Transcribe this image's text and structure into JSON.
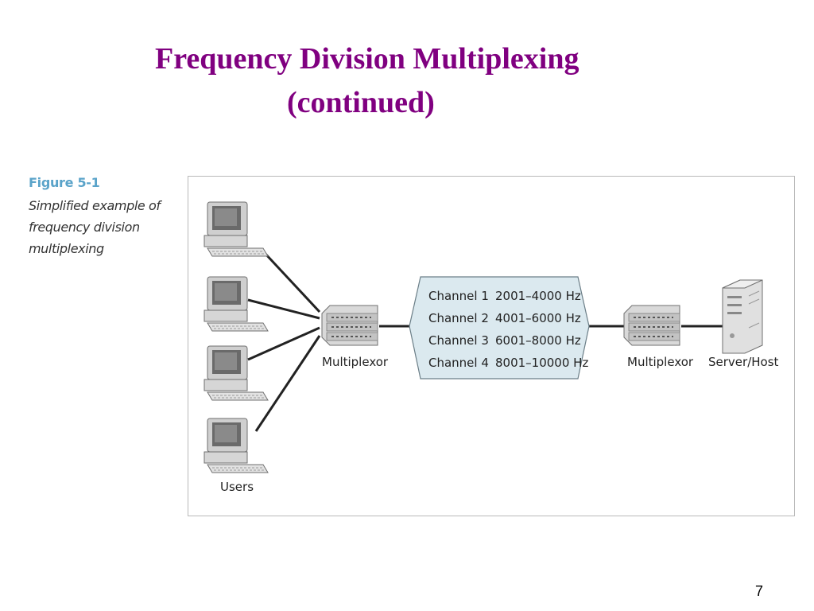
{
  "slide": {
    "title_line1": "Frequency Division Multiplexing",
    "title_line2": "(continued)",
    "page_number": "7"
  },
  "figure": {
    "number": "Figure 5-1",
    "description": "Simplified example of\nfrequency division\nmultiplexing",
    "users_label": "Users",
    "left_mux_label": "Multiplexor",
    "right_mux_label": "Multiplexor",
    "server_label": "Server/Host",
    "channels": [
      {
        "name": "Channel 1",
        "range": "2001–4000 Hz"
      },
      {
        "name": "Channel 2",
        "range": "4001–6000 Hz"
      },
      {
        "name": "Channel 3",
        "range": "6001–8000 Hz"
      },
      {
        "name": "Channel 4",
        "range": "8001–10000 Hz"
      }
    ],
    "colors": {
      "title": "#800080",
      "figure_number": "#5aa3c9",
      "channel_box_fill": "#dbe9ef",
      "line": "#222222"
    }
  }
}
